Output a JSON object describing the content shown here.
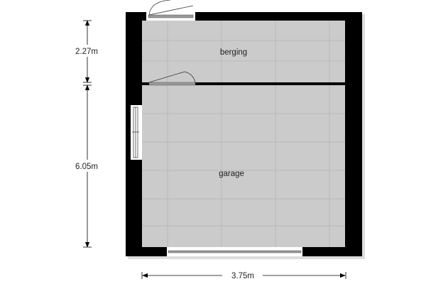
{
  "rooms": [
    {
      "name": "berging"
    },
    {
      "name": "garage"
    }
  ],
  "dimensions": {
    "berging_depth": "2.27m",
    "garage_depth": "6.05m",
    "width": "3.75m"
  },
  "colors": {
    "wall": "#000000",
    "floor": "#cbcbcb",
    "grid": "#b9b9b9"
  }
}
